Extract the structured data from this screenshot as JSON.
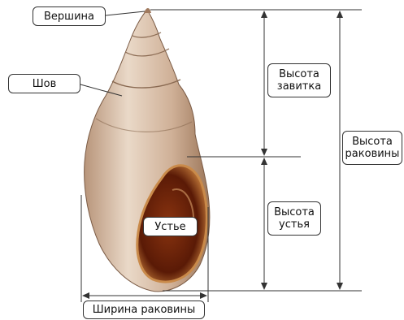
{
  "labels": {
    "apex": "Вершина",
    "suture": "Шов",
    "aperture": "Устье",
    "spire_height": [
      "Высота",
      "завитка"
    ],
    "aperture_height": [
      "Высота",
      "устья"
    ],
    "shell_height": [
      "Высота",
      "раковины"
    ],
    "shell_width": "Ширина раковины"
  },
  "colors": {
    "line": "#333333",
    "shell_light": "#e6d3c0",
    "shell_mid": "#c9a88c",
    "shell_dark": "#8a5a3a",
    "aperture_inner": "#6b1f0a",
    "aperture_rim": "#b5651d"
  }
}
